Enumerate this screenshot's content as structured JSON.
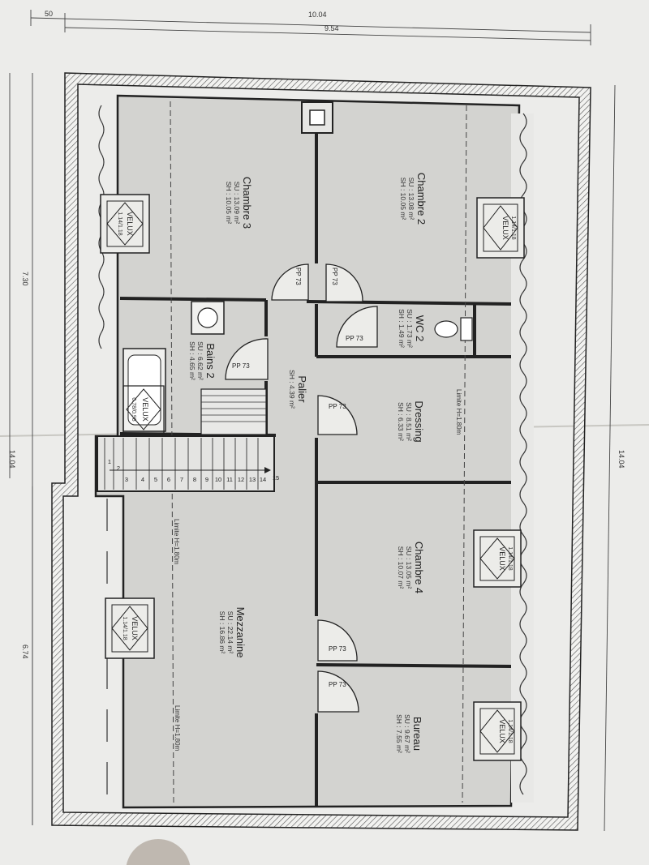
{
  "dimensions": {
    "top_offset": "50",
    "top_total": "10.04",
    "top_inner": "9.54",
    "left_upper": "7.30",
    "left_lower": "14.04",
    "left_right_dim": "6.74",
    "right_total": "14.04"
  },
  "rooms": {
    "chambre3": {
      "name": "Chambre 3",
      "su": "SU : 13.09 m²",
      "sh": "SH : 10.05 m²"
    },
    "chambre2": {
      "name": "Chambre 2",
      "su": "SU : 13.08 m²",
      "sh": "SH : 10.05 m²"
    },
    "wc2": {
      "name": "WC 2",
      "su": "SU : 1.73 m²",
      "sh": "SH : 1.49 m²"
    },
    "bains2": {
      "name": "Bains 2",
      "su": "SU : 6.62 m²",
      "sh": "SH : 4.65 m²"
    },
    "palier": {
      "name": "Palier",
      "sh": "SH : 4.39 m²"
    },
    "dressing": {
      "name": "Dressing",
      "su": "SU : 8.51 m²",
      "sh": "SH : 6.33 m²"
    },
    "chambre4": {
      "name": "Chambre 4",
      "su": "SU : 13.05 m²",
      "sh": "SH : 10.07 m²"
    },
    "mezzanine": {
      "name": "Mezzanine",
      "su": "SU : 22.14 m²",
      "sh": "SH : 16.86 m²"
    },
    "bureau": {
      "name": "Bureau",
      "su": "SU : 9.67 m²",
      "sh": "SH : 7.55 m²"
    }
  },
  "doors": {
    "label": "PP 73"
  },
  "velux": {
    "label": "VELUX",
    "size_large": "1.14/1.18",
    "size_small": "0.78/0.98"
  },
  "limits": {
    "label": "Limite H=1.80m"
  },
  "stairs": {
    "steps": [
      "1",
      "2",
      "3",
      "4",
      "5",
      "6",
      "7",
      "8",
      "9",
      "10",
      "11",
      "12",
      "13",
      "14",
      "15"
    ]
  }
}
